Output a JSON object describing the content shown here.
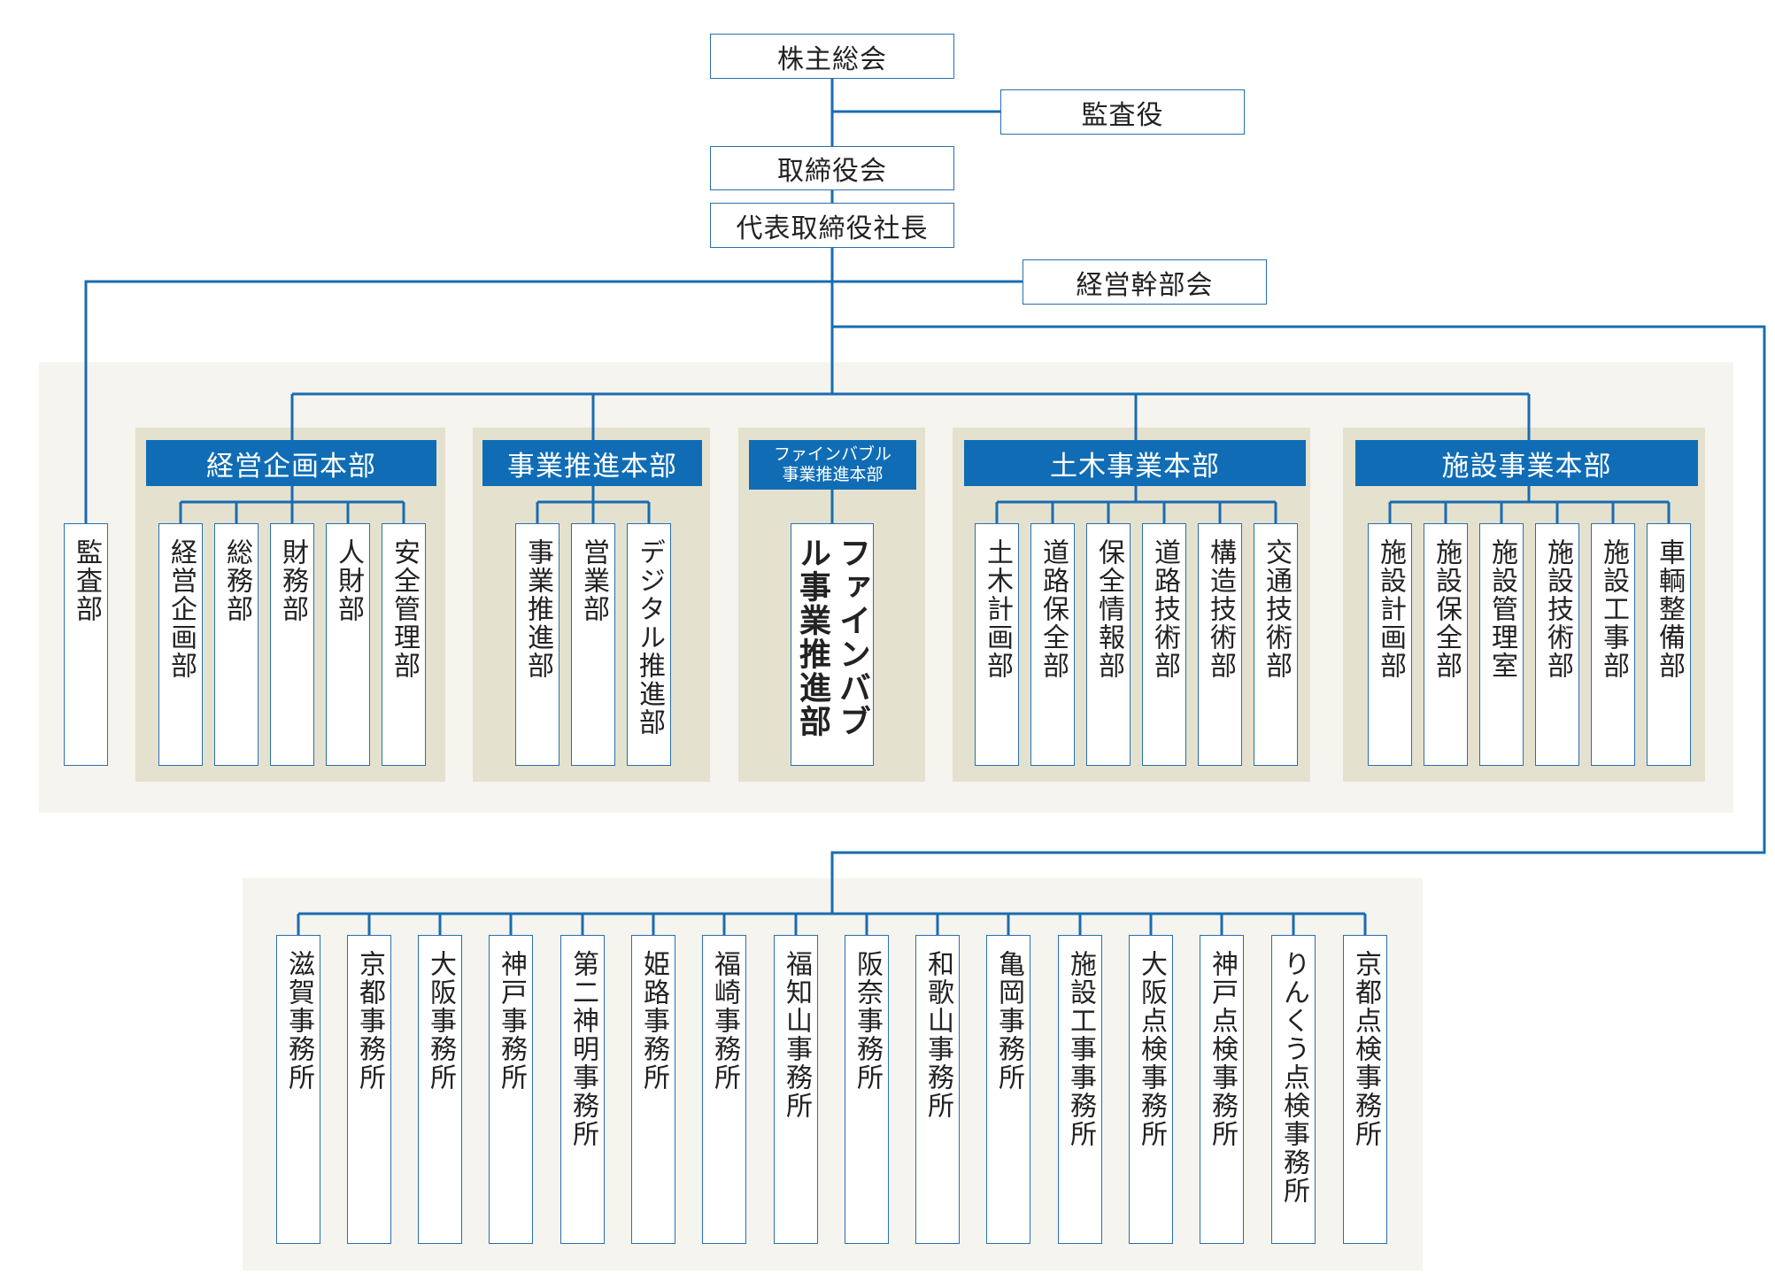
{
  "top": {
    "shareholders": "株主総会",
    "auditor": "監査役",
    "board": "取締役会",
    "president": "代表取締役社長",
    "exec_committee": "経営幹部会"
  },
  "audit_dept": "監査部",
  "headquarters": [
    {
      "name": "経営企画本部",
      "departments": [
        "経営企画部",
        "総務部",
        "財務部",
        "人財部",
        "安全管理部"
      ]
    },
    {
      "name": "事業推進本部",
      "departments": [
        "事業推進部",
        "営業部",
        "デジタル推進部"
      ]
    },
    {
      "name_lines": [
        "ファインバブル",
        "事業推進本部"
      ],
      "departments": [
        "ファインバブル事業推進部"
      ]
    },
    {
      "name": "土木事業本部",
      "departments": [
        "土木計画部",
        "道路保全部",
        "保全情報部",
        "道路技術部",
        "構造技術部",
        "交通技術部"
      ]
    },
    {
      "name": "施設事業本部",
      "departments": [
        "施設計画部",
        "施設保全部",
        "施設管理室",
        "施設技術部",
        "施設工事部",
        "車輌整備部"
      ]
    }
  ],
  "offices": [
    "滋賀事務所",
    "京都事務所",
    "大阪事務所",
    "神戸事務所",
    "第二神明事務所",
    "姫路事務所",
    "福崎事務所",
    "福知山事務所",
    "阪奈事務所",
    "和歌山事務所",
    "亀岡事務所",
    "施設工事事務所",
    "大阪点検事務所",
    "神戸点検事務所",
    "りんくう点検事務所",
    "京都点検事務所"
  ],
  "colors": {
    "line": "#1a6cb0",
    "hq_fill": "#106db5",
    "region_bg": "#f5f4ee",
    "panel_bg": "#e4e1cf",
    "box_border": "#2a6fae"
  }
}
